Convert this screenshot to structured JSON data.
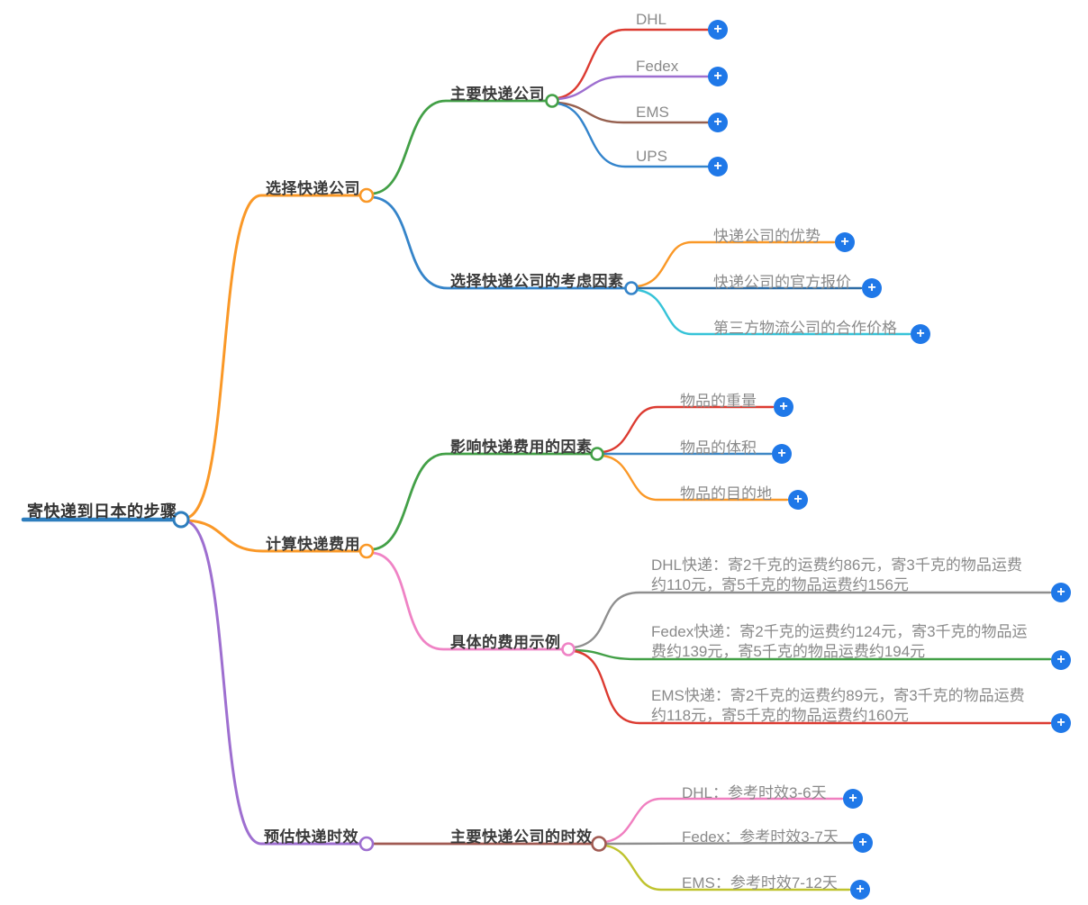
{
  "app": {
    "type": "mindmap",
    "background": "#ffffff"
  },
  "add_button": {
    "glyph": "+",
    "color": "#1f78e8"
  },
  "root": {
    "label": "寄快递到日本的步骤",
    "color": "#2d7dbd"
  },
  "branches": [
    {
      "label": "选择快递公司",
      "color": "#fa9827",
      "children": [
        {
          "label": "主要快递公司",
          "color": "#43a047",
          "children": [
            {
              "label": "DHL",
              "color": "#dc3b31"
            },
            {
              "label": "Fedex",
              "color": "#9e6fd0"
            },
            {
              "label": "EMS",
              "color": "#96604f"
            },
            {
              "label": "UPS",
              "color": "#3384cc"
            }
          ]
        },
        {
          "label": "选择快递公司的考虑因素",
          "color": "#3584c9",
          "children": [
            {
              "label": "快递公司的优势",
              "color": "#fa9827"
            },
            {
              "label": "快递公司的官方报价",
              "color": "#2e6ca5"
            },
            {
              "label": "第三方物流公司的合作价格",
              "color": "#36c3d8"
            }
          ]
        }
      ]
    },
    {
      "label": "计算快递费用",
      "color": "#fa9827",
      "children": [
        {
          "label": "影响快递费用的因素",
          "color": "#43a047",
          "children": [
            {
              "label": "物品的重量",
              "color": "#dc3b31"
            },
            {
              "label": "物品的体积",
              "color": "#3f88c5"
            },
            {
              "label": "物品的目的地",
              "color": "#fa9827"
            }
          ]
        },
        {
          "label": "具体的费用示例",
          "color": "#ef83c5",
          "children": [
            {
              "label": "DHL快递：寄2千克的运费约86元，寄3千克的物品运费约110元，寄5千克的物品运费约156元",
              "lines": [
                "DHL快递：寄2千克的运费约86元，寄3千克的物品运费",
                "约110元，寄5千克的物品运费约156元"
              ],
              "color": "#8f8f8f"
            },
            {
              "label": "Fedex快递：寄2千克的运费约124元，寄3千克的物品运费约139元，寄5千克的物品运费约194元",
              "lines": [
                "Fedex快递：寄2千克的运费约124元，寄3千克的物品运",
                "费约139元，寄5千克的物品运费约194元"
              ],
              "color": "#43a047"
            },
            {
              "label": "EMS快递：寄2千克的运费约89元，寄3千克的物品运费约118元，寄5千克的物品运费约160元",
              "lines": [
                "EMS快递：寄2千克的运费约89元，寄3千克的物品运费",
                "约118元，寄5千克的物品运费约160元"
              ],
              "color": "#dc3b31"
            }
          ]
        }
      ]
    },
    {
      "label": "预估快递时效",
      "color": "#9e6fd0",
      "children": [
        {
          "label": "主要快递公司的时效",
          "color": "#a05a52",
          "children": [
            {
              "label": "DHL：参考时效3-6天",
              "color": "#f07fc0"
            },
            {
              "label": "Fedex：参考时效3-7天",
              "color": "#8f8f8f"
            },
            {
              "label": "EMS：参考时效7-12天",
              "color": "#bfc32e"
            }
          ]
        }
      ]
    }
  ]
}
